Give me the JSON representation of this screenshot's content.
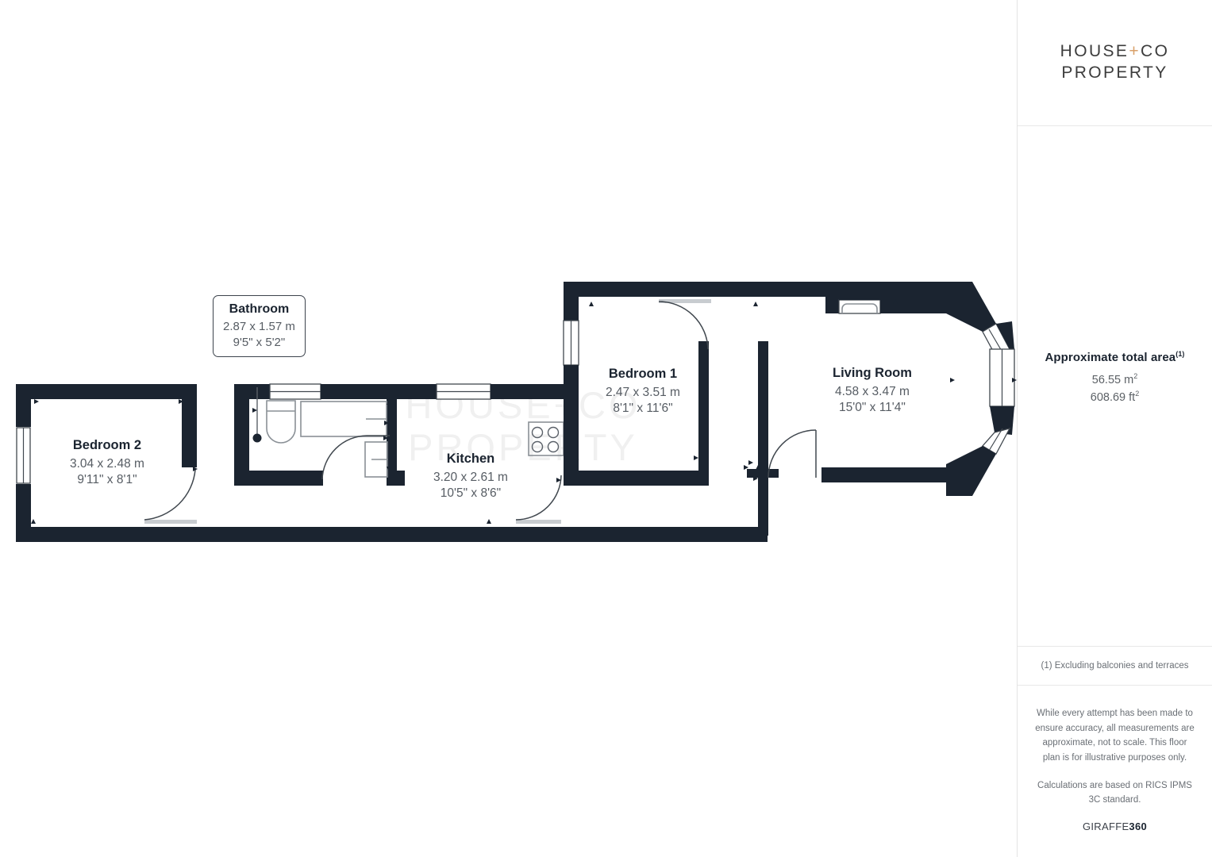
{
  "branding": {
    "logo_line1_pre": "HOUSE",
    "logo_plus": "+",
    "logo_line1_post": "CO",
    "logo_line2": "PROPERTY",
    "plus_color": "#d9a06a",
    "watermark_line1": "HOUSE+CO",
    "watermark_line2": "PROPERTY",
    "provider": "GIRAFFE",
    "provider_bold": "360"
  },
  "sidebar": {
    "area_title": "Approximate total area",
    "area_title_sup": "(1)",
    "area_metric": "56.55 m",
    "area_metric_sup": "2",
    "area_imperial": "608.69 ft",
    "area_imperial_sup": "2",
    "footnote": "(1) Excluding balconies and terraces",
    "disclaimer_1": "While every attempt has been made to ensure accuracy, all measurements are approximate, not to scale. This floor plan is for illustrative purposes only.",
    "disclaimer_2": "Calculations are based on RICS IPMS 3C standard."
  },
  "rooms": [
    {
      "id": "bathroom",
      "name": "Bathroom",
      "metric": "2.87 x 1.57 m",
      "imperial": "9'5\" x 5'2\"",
      "callout": true
    },
    {
      "id": "bedroom2",
      "name": "Bedroom 2",
      "metric": "3.04 x 2.48 m",
      "imperial": "9'11\" x 8'1\"",
      "callout": false
    },
    {
      "id": "kitchen",
      "name": "Kitchen",
      "metric": "3.20 x 2.61 m",
      "imperial": "10'5\" x 8'6\"",
      "callout": false
    },
    {
      "id": "bedroom1",
      "name": "Bedroom 1",
      "metric": "2.47 x 3.51 m",
      "imperial": "8'1\" x 11'6\"",
      "callout": false
    },
    {
      "id": "living",
      "name": "Living Room",
      "metric": "4.58 x 3.47 m",
      "imperial": "15'0\" x 11'4\"",
      "callout": false
    }
  ],
  "colors": {
    "wall": "#1b2430",
    "background": "#ffffff",
    "text_primary": "#1b2430",
    "text_secondary": "#565c63",
    "divider": "#e8e8e8",
    "watermark": "#f0f0f0",
    "fixture_stroke": "#8a9096",
    "window_fill": "#ffffff"
  }
}
